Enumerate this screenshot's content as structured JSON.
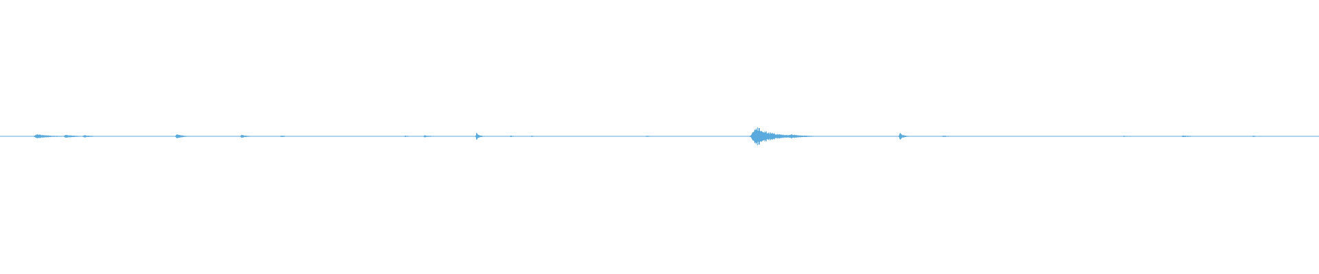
{
  "waveform": {
    "color": "#5aaadd",
    "background": "#ffffff",
    "amplitude_scale": 30,
    "baseline_amplitude": 0.015,
    "noise_amplitude": 0.01,
    "bursts": [
      {
        "center": 0.028,
        "width": 0.012,
        "amplitude": 0.22
      },
      {
        "center": 0.05,
        "width": 0.01,
        "amplitude": 0.12
      },
      {
        "center": 0.064,
        "width": 0.008,
        "amplitude": 0.08
      },
      {
        "center": 0.134,
        "width": 0.006,
        "amplitude": 0.22
      },
      {
        "center": 0.183,
        "width": 0.006,
        "amplitude": 0.13
      },
      {
        "center": 0.213,
        "width": 0.006,
        "amplitude": 0.06
      },
      {
        "center": 0.307,
        "width": 0.004,
        "amplitude": 0.06
      },
      {
        "center": 0.322,
        "width": 0.006,
        "amplitude": 0.08
      },
      {
        "center": 0.361,
        "width": 0.003,
        "amplitude": 0.4
      },
      {
        "center": 0.387,
        "width": 0.004,
        "amplitude": 0.05
      },
      {
        "center": 0.403,
        "width": 0.004,
        "amplitude": 0.05
      },
      {
        "center": 0.49,
        "width": 0.006,
        "amplitude": 0.05
      },
      {
        "center": 0.573,
        "width": 0.018,
        "amplitude": 1.0
      },
      {
        "center": 0.6,
        "width": 0.01,
        "amplitude": 0.12
      },
      {
        "center": 0.682,
        "width": 0.004,
        "amplitude": 0.35
      },
      {
        "center": 0.715,
        "width": 0.008,
        "amplitude": 0.05
      },
      {
        "center": 0.852,
        "width": 0.006,
        "amplitude": 0.05
      },
      {
        "center": 0.897,
        "width": 0.01,
        "amplitude": 0.06
      },
      {
        "center": 0.95,
        "width": 0.008,
        "amplitude": 0.04
      }
    ]
  }
}
